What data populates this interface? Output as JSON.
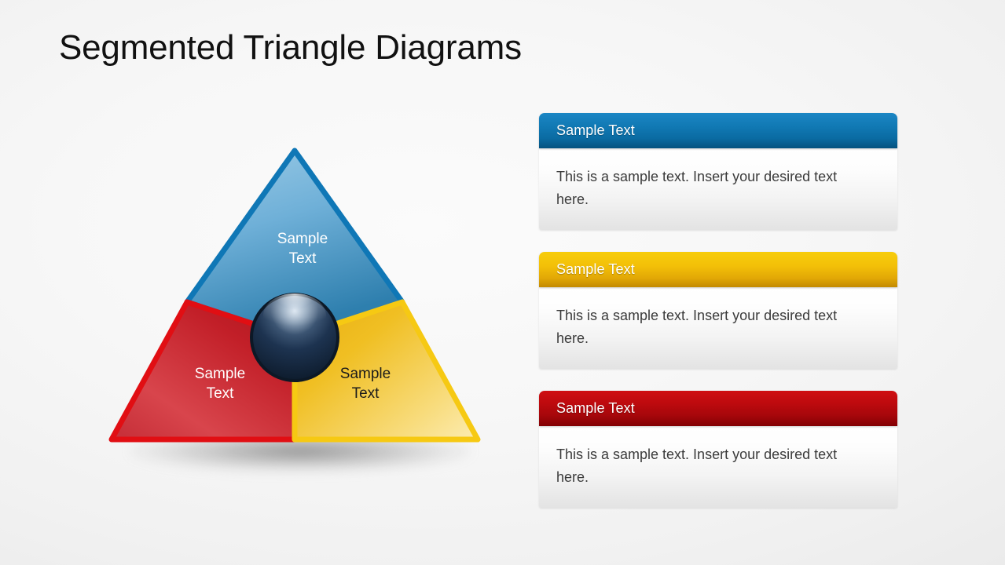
{
  "slide": {
    "title": "Segmented Triangle Diagrams",
    "background_color": "#f4f4f4"
  },
  "diagram": {
    "name": "segmented-triangle",
    "center_node": {
      "icon": "sphere-icon",
      "color": "#15293f"
    },
    "segments": [
      {
        "id": "top",
        "position": "top",
        "label": "Sample\nText",
        "fill_color": "#2f89c0",
        "border_color": "#0f77b6",
        "text_color": "#ffffff"
      },
      {
        "id": "left",
        "position": "bottom-left",
        "label": "Sample\nText",
        "fill_color": "#c8202a",
        "border_color": "#e10e13",
        "text_color": "#ffffff"
      },
      {
        "id": "right",
        "position": "bottom-right",
        "label": "Sample\nText",
        "fill_color": "#efbb28",
        "border_color": "#f6c913",
        "text_color": "#1b1b1b"
      }
    ]
  },
  "cards": [
    {
      "id": "card-blue",
      "accent": "#0f77b6",
      "header": "Sample Text",
      "body": "This is a sample text. Insert your desired text here."
    },
    {
      "id": "card-yellow",
      "accent": "#f3c008",
      "header": "Sample Text",
      "body": "This is a sample text. Insert your desired text here."
    },
    {
      "id": "card-red",
      "accent": "#bd0a0e",
      "header": "Sample Text",
      "body": "This is a sample text. Insert your desired text here."
    }
  ]
}
